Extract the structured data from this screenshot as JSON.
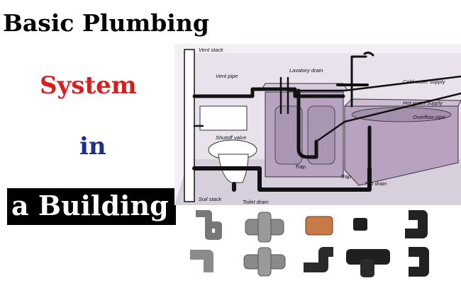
{
  "title": {
    "line1": "Basic Plumbing",
    "line2": "System",
    "line3": "in",
    "line4": "a Building"
  },
  "labels": {
    "vent_stack": "Vent stack",
    "vent_pipe": "Vent pipe",
    "lavatory_drain": "Lavatory drain",
    "cold_water_supply": "Cold water supply",
    "hot_water_supply": "Hot water supply",
    "overflow_pipe": "Overflow pipe",
    "shutoff_valve": "Shutoff valve",
    "trap_sink": "Trap",
    "trap_tub": "Trap",
    "tub_drain": "Tub drain",
    "soil_stack": "Soil stack",
    "toilet_drain": "Toilet drain"
  },
  "colors": {
    "title_black": "#000000",
    "title_red": "#d81e1e",
    "title_blue": "#1f2d8c",
    "wall_purple": "#b7a2c0",
    "pipe": "#111111"
  },
  "fittings": [
    "galvanized-elbow",
    "galvanized-tee",
    "copper-coupling",
    "black-bushing",
    "black-elbow",
    "galvanized-street-elbow",
    "galvanized-cross",
    "black-street-elbow",
    "black-tee",
    "black-elbow-2"
  ]
}
